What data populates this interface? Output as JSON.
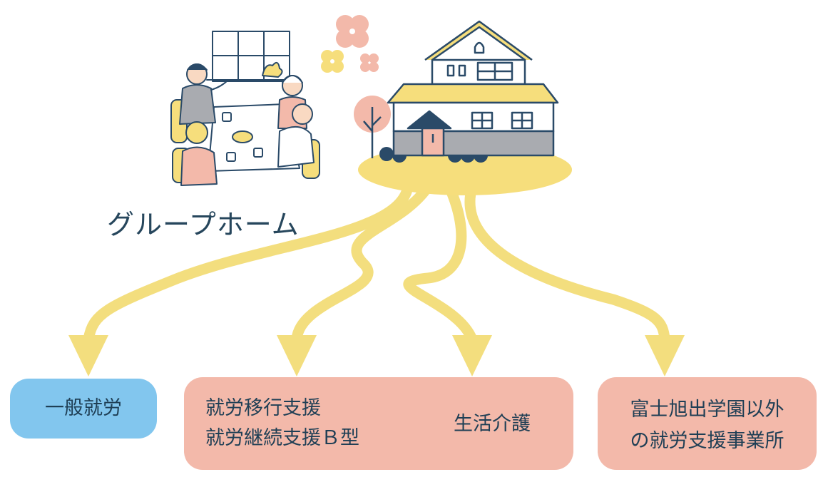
{
  "title": "グループホーム",
  "destinations": {
    "general": {
      "label": "一般就労"
    },
    "support": {
      "line1": "就労移行支援",
      "line2": "就労継続支援Ｂ型",
      "line3": "生活介護"
    },
    "other": {
      "line1": "富士旭出学園以外",
      "line2": "の就労支援事業所"
    }
  },
  "colors": {
    "arrow": "#f3de7e",
    "blue_box": "#82c6ee",
    "pink_box": "#f3b9aa",
    "text": "#1f3f55",
    "house_yellow": "#f6de7c",
    "house_navy": "#2a4a68",
    "house_gray": "#a9abb0"
  },
  "icons": [
    "group-home-house-icon",
    "residents-at-table-icon",
    "flower-icon"
  ]
}
